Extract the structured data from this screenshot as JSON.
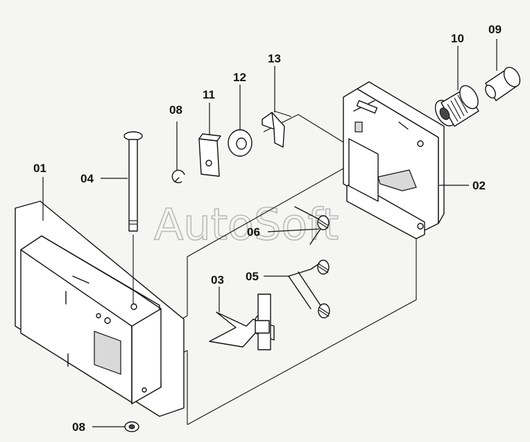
{
  "diagram": {
    "watermark": "AutoSoft",
    "labels": {
      "p01": "01",
      "p02": "02",
      "p03": "03",
      "p04": "04",
      "p05": "05",
      "p06": "06",
      "p08_top": "08",
      "p08_bottom": "08",
      "p09": "09",
      "p10": "10",
      "p11": "11",
      "p12": "12",
      "p13": "13"
    }
  }
}
